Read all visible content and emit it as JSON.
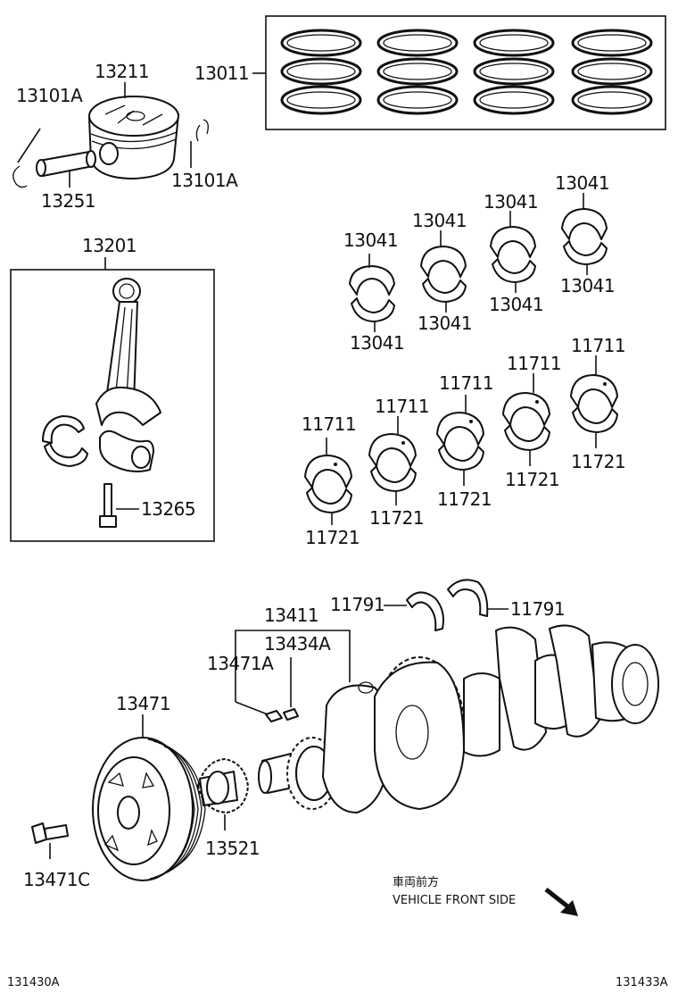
{
  "labels": {
    "ring_set": "13011",
    "piston": "13211",
    "snap_ring_left": "13101A",
    "snap_ring_right": "13101A",
    "piston_pin": "13251",
    "con_rod": "13201",
    "con_rod_bolt": "13265",
    "rod_bearing": "13041",
    "main_bearing_upper": "11711",
    "main_bearing_lower": "11721",
    "thrust_washer": "11791",
    "crank_key_group": "13411",
    "crank_key_a": "13434A",
    "pulley_key": "13471A",
    "pulley": "13471",
    "crank_sprocket": "13521",
    "pulley_bolt": "13471C",
    "front_jp": "車両前方",
    "front_en": "VEHICLE FRONT SIDE",
    "footer_left": "131430A",
    "footer_right": "131433A"
  },
  "icons": {
    "front_arrow": "arrow-down-right-icon"
  }
}
